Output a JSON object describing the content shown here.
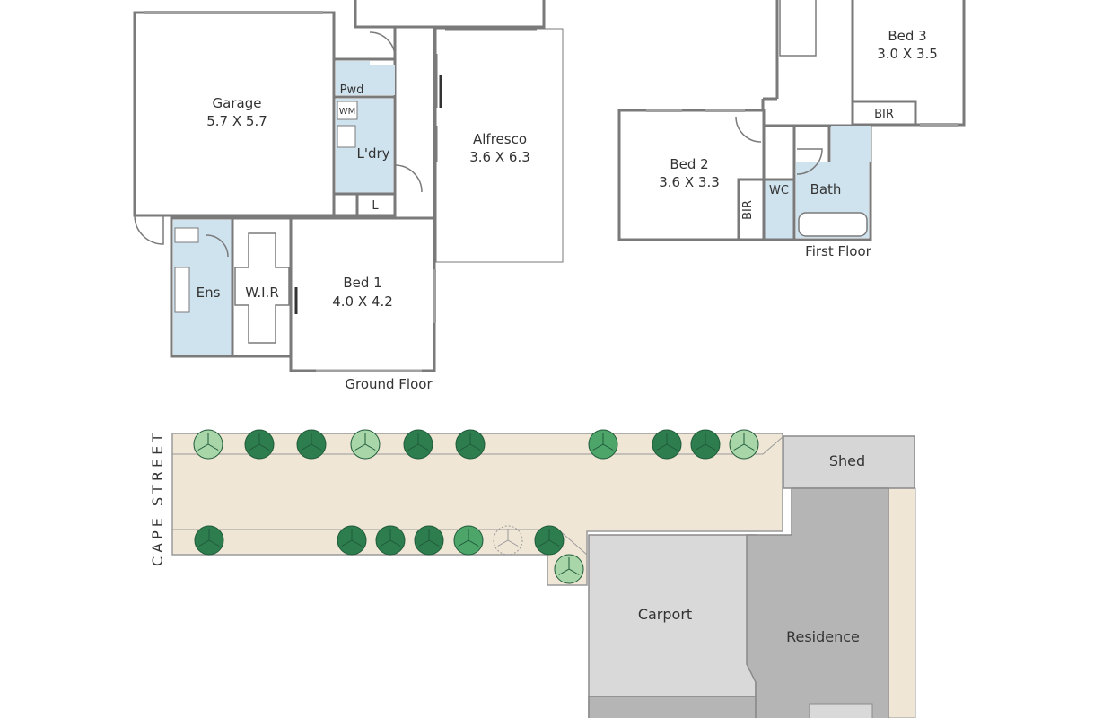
{
  "colors": {
    "wall": "#7a7a7a",
    "wet_tile": "#cfe3ef",
    "path": "#efe6d6",
    "tree_dark": "#2e7d4f",
    "tree_mid": "#4da56a",
    "tree_light": "#a9d6a9",
    "shed": "#d6d6d6",
    "carport": "#d9d9d9",
    "residence": "#b5b5b5"
  },
  "ground_floor": {
    "caption": "Ground Floor",
    "rooms": {
      "garage": {
        "name": "Garage",
        "size": "5.7 X 5.7"
      },
      "alfresco": {
        "name": "Alfresco",
        "size": "3.6 X 6.3"
      },
      "bed1": {
        "name": "Bed 1",
        "size": "4.0 X 4.2"
      },
      "pwd": "Pwd",
      "laundry": "L'dry",
      "wm": "WM",
      "linen": "L",
      "ens": "Ens",
      "wir": "W.I.R"
    }
  },
  "first_floor": {
    "caption": "First Floor",
    "rooms": {
      "bed2": {
        "name": "Bed 2",
        "size": "3.6 X 3.3"
      },
      "bed3": {
        "name": "Bed 3",
        "size": "3.0 X 3.5"
      },
      "bir": "BIR",
      "wc": "WC",
      "bath": "Bath"
    }
  },
  "site": {
    "street": "CAPE STREET",
    "shed": "Shed",
    "carport": "Carport",
    "residence": "Residence"
  }
}
